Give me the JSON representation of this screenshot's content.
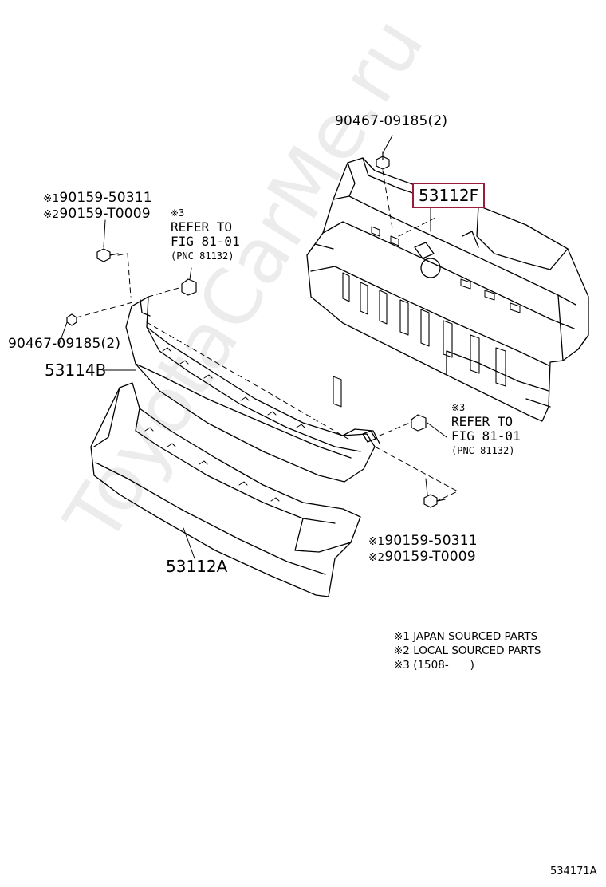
{
  "labels": {
    "top_clip": "90467-09185(2)",
    "highlight_part": "53112F",
    "left_clip_1": "90159-50311",
    "left_clip_2": "90159-T0009",
    "left_clip_1_mark": "※1",
    "left_clip_2_mark": "※2",
    "refer_top": {
      "mark": "※3",
      "line1": "REFER TO",
      "line2": "FIG 81-01",
      "line3": "(PNC 81132)"
    },
    "left_mid_clip": "90467-09185(2)",
    "garnish": "53114B",
    "refer_right": {
      "mark": "※3",
      "line1": "REFER TO",
      "line2": "FIG 81-01",
      "line3": "(PNC 81132)"
    },
    "right_clip_1_mark": "※1",
    "right_clip_1": "90159-50311",
    "right_clip_2_mark": "※2",
    "right_clip_2": "90159-T0009",
    "lower_cover": "53112A"
  },
  "notes": [
    "※1 JAPAN SOURCED PARTS",
    "※2 LOCAL SOURCED PARTS",
    "※3 (1508-　　)"
  ],
  "diagram_id": "534171A",
  "watermark": "ToyotaCarMe.ru",
  "colors": {
    "highlight_border": "#9b1b3a",
    "line": "#000000"
  }
}
